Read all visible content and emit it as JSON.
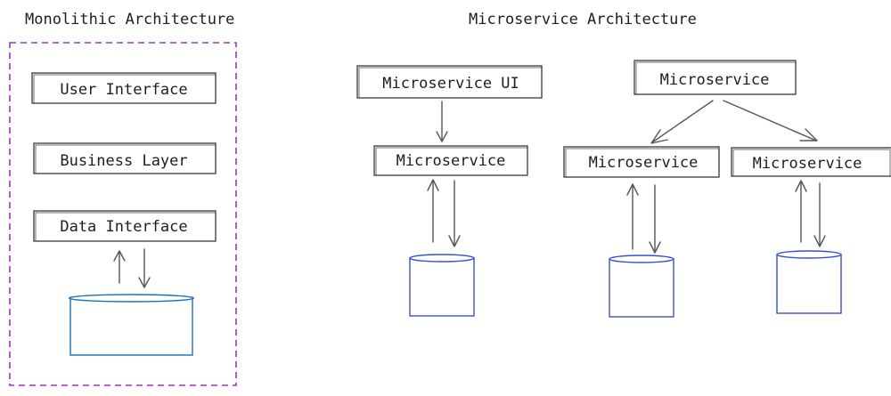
{
  "colors": {
    "boundary": "#9c36b5",
    "database_mono": "#1c6fb5",
    "database_micro": "#3b4fd0",
    "stroke": "#3a3a3a"
  },
  "monolith": {
    "title": "Monolithic Architecture",
    "layers": [
      "User Interface",
      "Business Layer",
      "Data Interface"
    ]
  },
  "micro": {
    "title": "Microservice Architecture",
    "ui_label": "Microservice UI",
    "service_label": "Microservice",
    "top_label": "Microservice",
    "child_labels": [
      "Microservice",
      "Microservice"
    ]
  }
}
